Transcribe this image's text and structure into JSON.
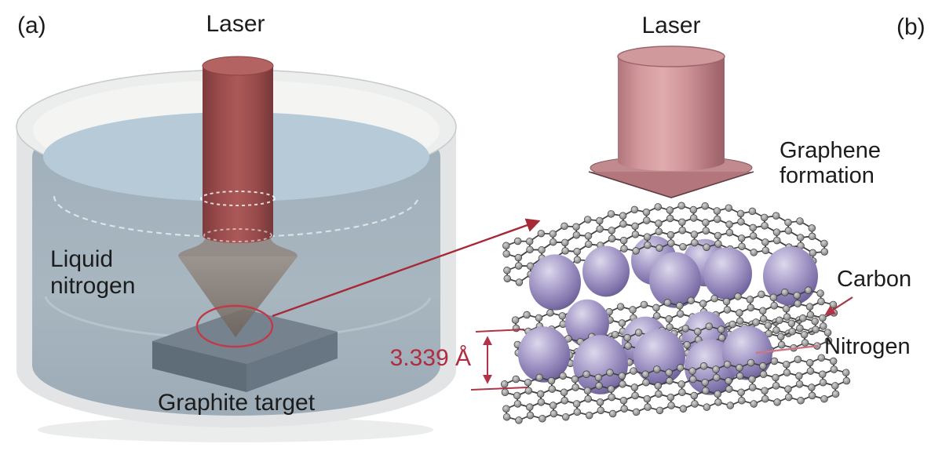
{
  "figure": {
    "panel_a": {
      "tag": "(a)",
      "laser_label": "Laser",
      "liquid_label": "Liquid nitrogen",
      "target_label": "Graphite target"
    },
    "panel_b": {
      "tag": "(b)",
      "laser_label": "Laser",
      "formation_label": "Graphene formation",
      "carbon_label": "Carbon",
      "nitrogen_label": "Nitrogen",
      "interlayer_spacing": "3.339 Å"
    }
  },
  "colors": {
    "annotation_red": "#a52a36",
    "dimension_red": "#b03446",
    "spacing_text_red": "#b02c40",
    "laser_dark_red": "#a25150",
    "laser_pink": "#d2989c",
    "nitrogen_purple": "#8d81b5",
    "carbon_gray": "#9a9a9a",
    "bond_gray": "#424242",
    "liquid_blue": "#b7cad7",
    "glass_gray": "#e2e4e5",
    "graphite_gray": "#76838f",
    "label_black": "#1c1c1c"
  }
}
